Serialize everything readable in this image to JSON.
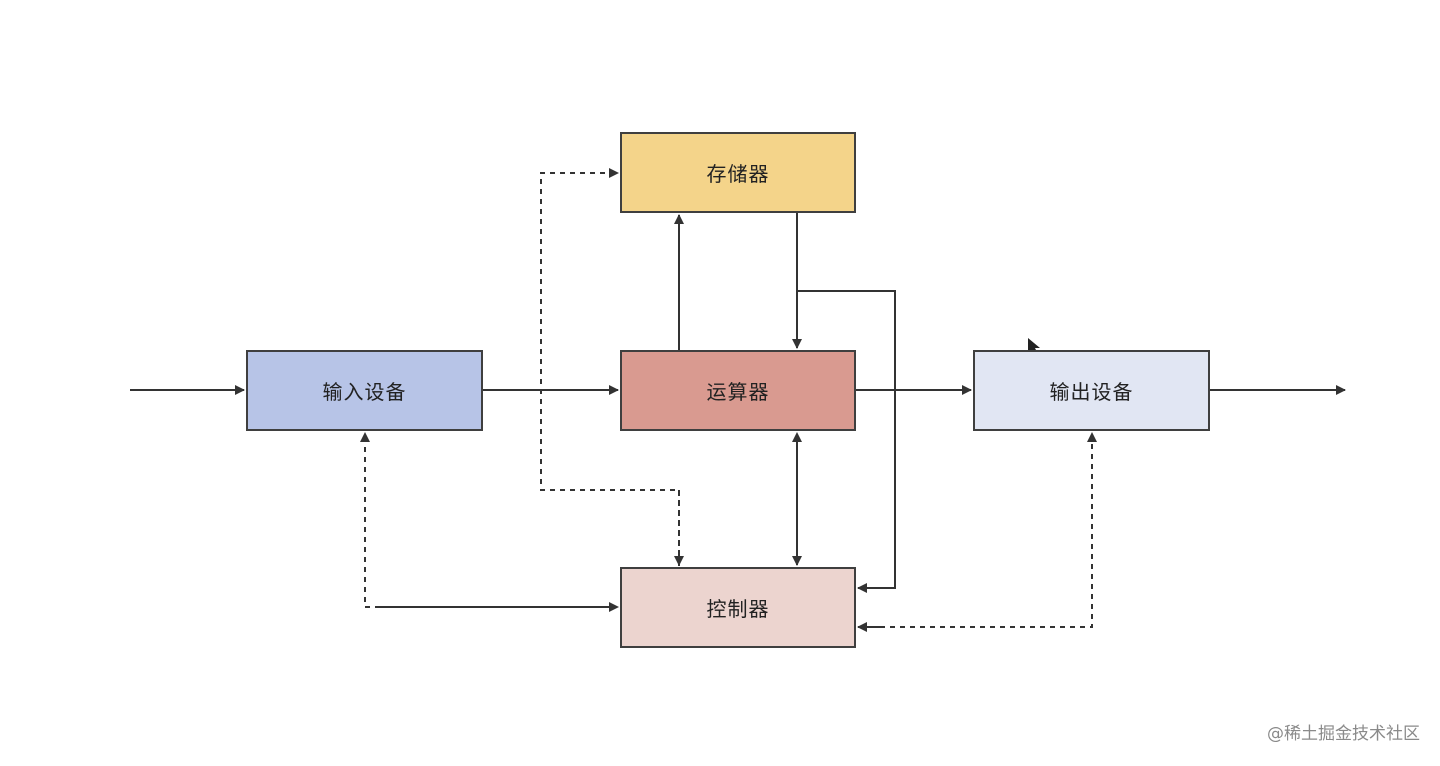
{
  "diagram": {
    "nodes": {
      "memory": {
        "label": "存储器",
        "color": "#f4d48a"
      },
      "input": {
        "label": "输入设备",
        "color": "#b7c4e7"
      },
      "alu": {
        "label": "运算器",
        "color": "#d99a90"
      },
      "output": {
        "label": "输出设备",
        "color": "#e1e6f3"
      },
      "control": {
        "label": "控制器",
        "color": "#ecd4cf"
      }
    },
    "line_color": "#333333"
  },
  "watermark": "@稀土掘金技术社区"
}
